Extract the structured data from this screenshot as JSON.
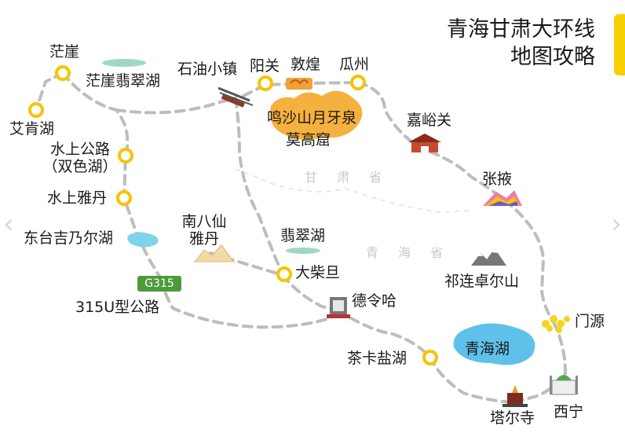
{
  "title": {
    "line1": "青海甘肃大环线",
    "line2": "地图攻略"
  },
  "regions": {
    "gansu": "甘 肃 省",
    "qinghai": "青 海 省"
  },
  "road_badge": "G315",
  "places": {
    "mangya": "茫崖",
    "mangya_lake": "茫崖翡翠湖",
    "aiken_lake": "艾肯湖",
    "shuishang_road": "水上公路",
    "shuangse_lake": "（双色湖）",
    "shuishang_yadan": "水上雅丹",
    "dongtai_lake": "东台吉乃尔湖",
    "u_road": "315U型公路",
    "shiyou_town": "石油小镇",
    "yangguan": "阳关",
    "dunhuang": "敦煌",
    "guazhou": "瓜州",
    "mingsha": "鸣沙山月牙泉",
    "mogao": "莫高窟",
    "jiayuguan": "嘉峪关",
    "zhangye": "张掖",
    "nanbaxian_1": "南八仙",
    "nanbaxian_2": "雅丹",
    "feicui_lake": "翡翠湖",
    "dachaidan": "大柴旦",
    "delingha": "德令哈",
    "qilian": "祁连卓尔山",
    "menyuan": "门源",
    "qinghai_lake": "青海湖",
    "chaka": "茶卡盐湖",
    "taer": "塔尔寺",
    "xining": "西宁"
  },
  "icons": {
    "stop_marker": "circle-marker-icon",
    "dunhuang": "camel-icon",
    "mingsha": "desert-icon",
    "shiyou": "oil-train-icon",
    "jiayuguan": "fortress-gate-icon",
    "zhangye": "rainbow-mountain-icon",
    "qilian": "snow-mountain-icon",
    "menyuan": "rapeseed-flower-icon",
    "delingha": "monument-icon",
    "taer": "stupa-icon",
    "xining": "mosque-icon",
    "lakes": "lake-icon",
    "nanbaxian": "yardang-icon"
  },
  "colors": {
    "accent": "#f7d000",
    "route": "#bdbdbd",
    "marker": "#f5c400",
    "lake": "#5fc1ea",
    "desert": "#f5b13d",
    "badge": "#4e9a3a"
  }
}
